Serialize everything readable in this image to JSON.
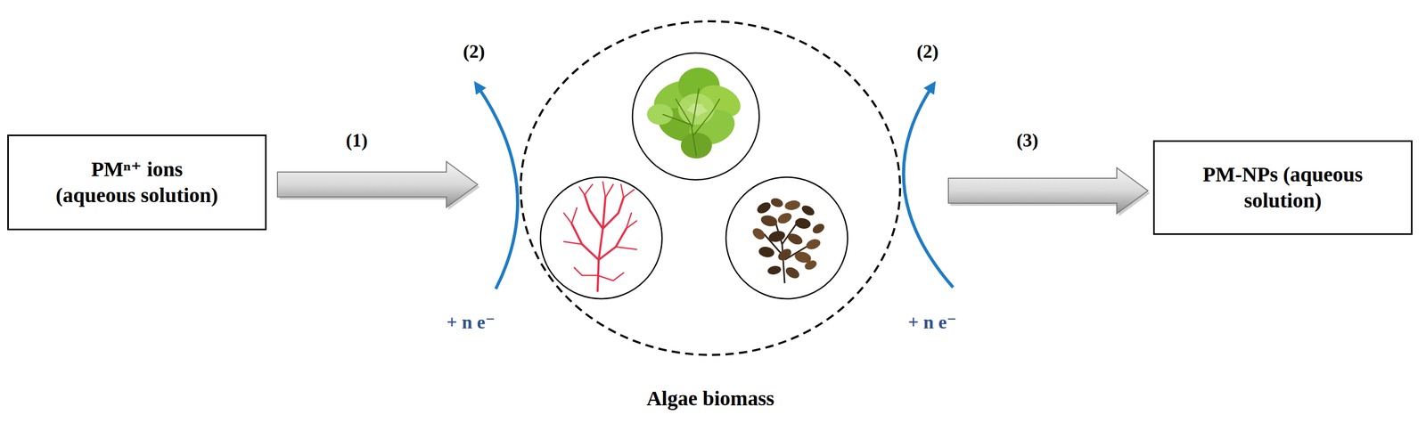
{
  "diagram": {
    "nodes": [
      {
        "text": [
          "PMⁿ⁺ ions (aqueous solution)"
        ]
      },
      {
        "text": [
          "Algae biomass"
        ]
      },
      {
        "text": [
          "PM-NPs (aqueous solution)"
        ]
      }
    ],
    "edges": [
      {
        "from": 0,
        "to": 1,
        "arrow": "to",
        "label": "(1)"
      },
      {
        "from": 1,
        "to": 2,
        "arrow": "to",
        "label": "(3)"
      }
    ],
    "labels": [
      "(2)",
      "+ n e⁻",
      "(2)",
      "+ n e⁻"
    ]
  }
}
